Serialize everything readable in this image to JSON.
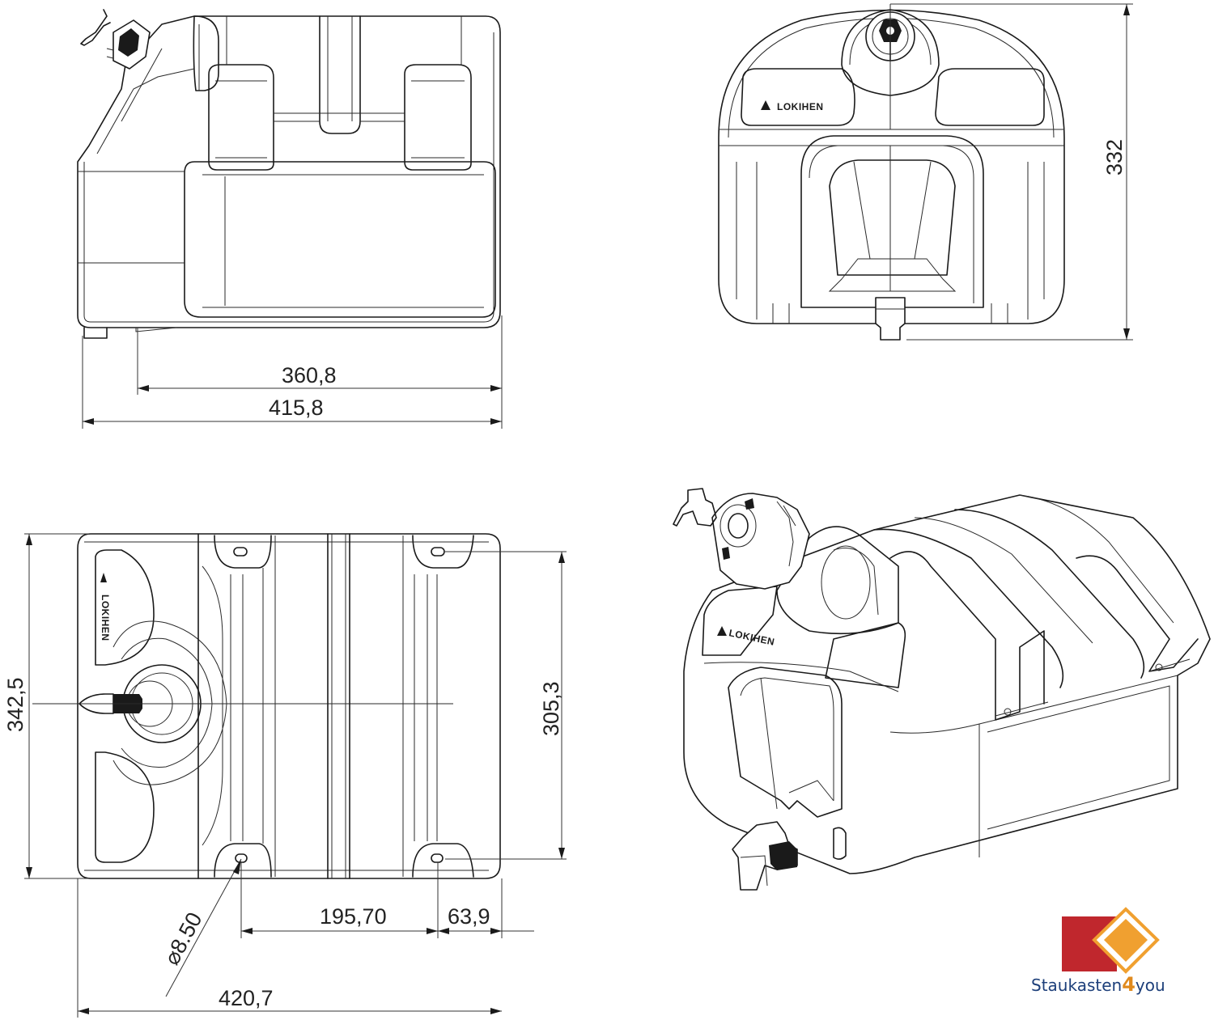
{
  "dimensions": {
    "side_inner_width": "360,8",
    "side_total_width": "415,8",
    "front_height": "332",
    "top_depth": "342,5",
    "top_mount_spacing_depth": "305,3",
    "top_mount_spacing_length": "195,70",
    "top_mount_edge_offset": "63,9",
    "top_hole_diameter": "⌀8.50",
    "top_total_length": "420,7"
  },
  "tank_logo_text": "LOKIHEN",
  "brand": {
    "name_part1": "Staukasten",
    "name_number": "4",
    "name_part2": "you",
    "colors": {
      "red": "#c0272d",
      "orange": "#f0a030",
      "orange_dark": "#e08a1e",
      "text_blue": "#1d3f7a"
    },
    "logo_icon": "red-square-orange-diamond-icon"
  }
}
